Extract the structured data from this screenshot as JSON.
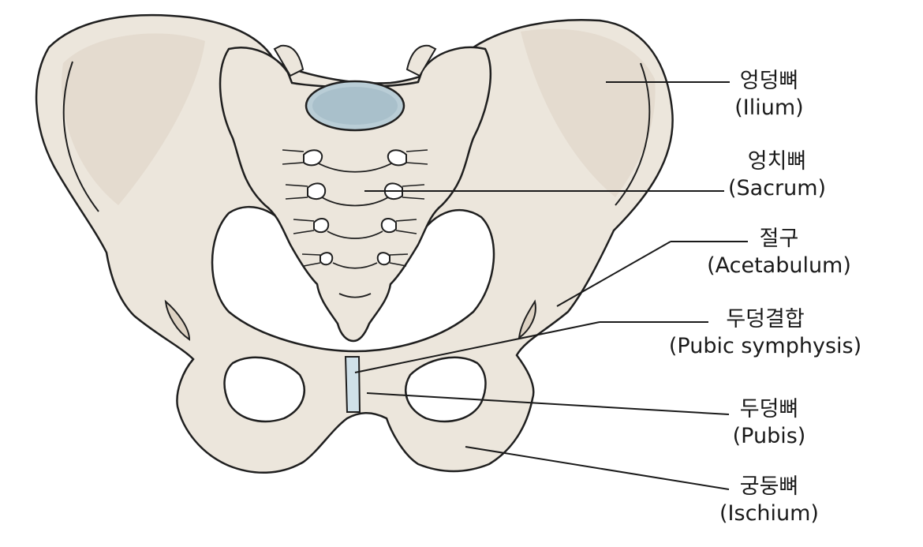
{
  "colors": {
    "bone_fill": "#ece6dc",
    "bone_shade": "#ddd2c3",
    "outline": "#1f1f1f",
    "disc_fill": "#b9cdd6",
    "disc_inner": "#9fb8c4",
    "symphysis_fill": "#cfe0e8",
    "leader": "#1a1a1a"
  },
  "labels": {
    "ilium": {
      "ko": "엉덩뼈",
      "en": "(Ilium)"
    },
    "sacrum": {
      "ko": "엉치뼈",
      "en": "(Sacrum)"
    },
    "acetabulum": {
      "ko": "절구",
      "en": "(Acetabulum)"
    },
    "symphysis": {
      "ko": "두덩결합",
      "en": "(Pubic symphysis)"
    },
    "pubis": {
      "ko": "두덩뼈",
      "en": "(Pubis)"
    },
    "ischium": {
      "ko": "궁둥뼈",
      "en": "(Ischium)"
    }
  }
}
